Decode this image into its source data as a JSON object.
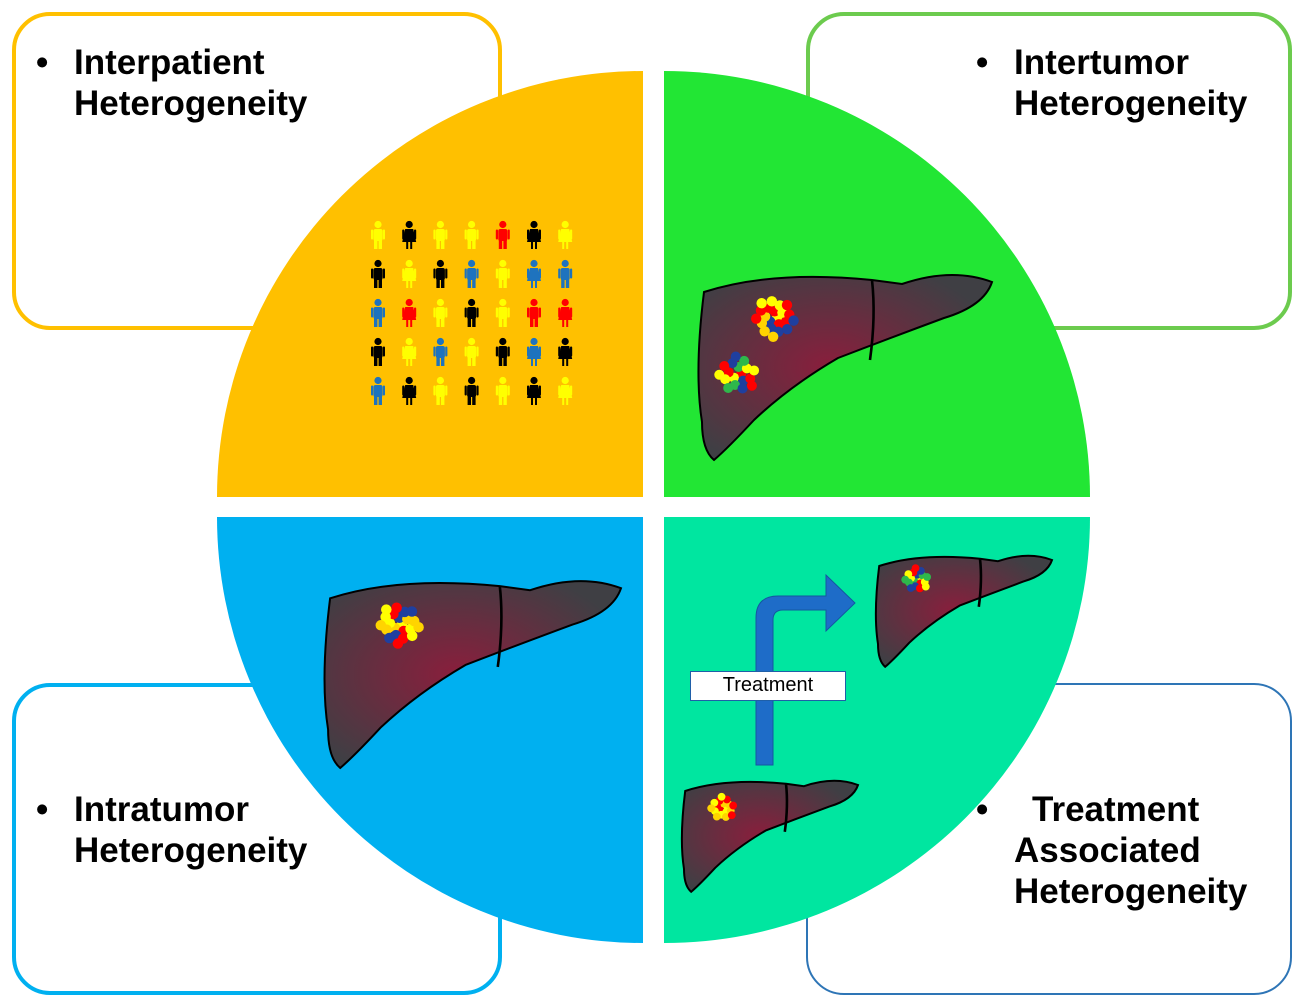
{
  "colors": {
    "interpatient": "#FFC000",
    "intertumor": "#22E634",
    "intratumor": "#00B0F0",
    "treatment": "#00E6A0",
    "liver_dark": "#3F3F44",
    "liver_mid": "#8A1E3C",
    "arrow": "#1E6CC8",
    "people": [
      "#FFFF00",
      "#000000",
      "#1E73BE",
      "#FF0000"
    ]
  },
  "panels": {
    "interpatient": {
      "bullet": "•",
      "line1": "Interpatient",
      "line2": "Heterogeneity"
    },
    "intertumor": {
      "bullet": "•",
      "line1": "Intertumor",
      "line2": "Heterogeneity"
    },
    "intratumor": {
      "bullet": "•",
      "line1": "Intratumor",
      "line2": "Heterogeneity"
    },
    "treatment": {
      "bullet": "•",
      "line1": "Treatment",
      "line2": "Associated",
      "line3": "Heterogeneity"
    }
  },
  "treatment_label": "Treatment",
  "icons": {
    "people_grid": "person-icon",
    "organ": "liver-icon",
    "cells": "tumor-cell-cluster-icon",
    "arrow": "bent-arrow-icon"
  }
}
